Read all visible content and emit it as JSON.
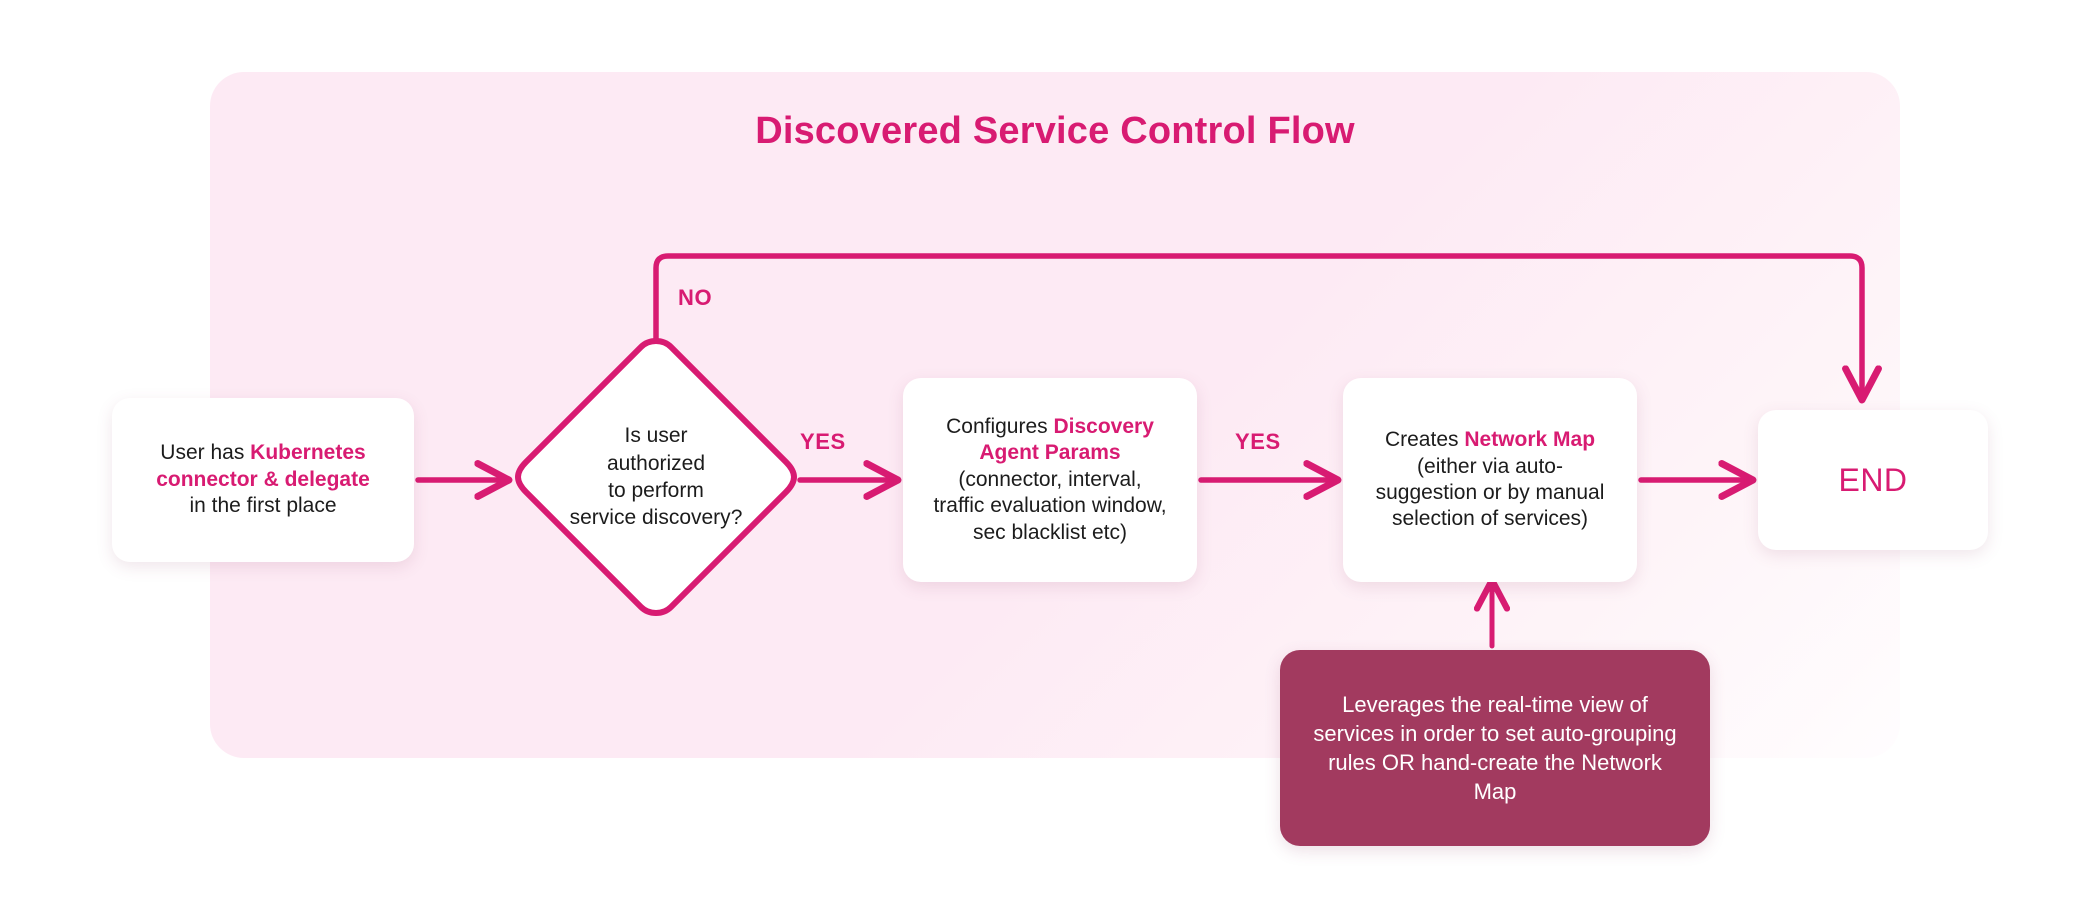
{
  "title": "Discovered Service Control Flow",
  "colors": {
    "accent": "#d81b72",
    "canvas_background": "#fdeaf4",
    "note_background": "#a23a5f",
    "node_background": "#ffffff",
    "text": "#1c1c1c",
    "page_background": "#ffffff"
  },
  "nodes": {
    "start": {
      "id": "start",
      "shape": "rounded-rectangle",
      "lines": [
        [
          {
            "t": "User has ",
            "hl": false
          },
          {
            "t": "Kubernetes",
            "hl": true
          }
        ],
        [
          {
            "t": "connector & delegate",
            "hl": true
          }
        ],
        [
          {
            "t": "in the first place",
            "hl": false
          }
        ]
      ]
    },
    "decision": {
      "id": "decision",
      "shape": "diamond",
      "lines": [
        [
          {
            "t": "Is user",
            "hl": false
          }
        ],
        [
          {
            "t": "authorized",
            "hl": true
          }
        ],
        [
          {
            "t": "to perform",
            "hl": false
          }
        ],
        [
          {
            "t": "service discovery",
            "hl": true
          },
          {
            "t": "?",
            "hl": false
          }
        ]
      ]
    },
    "params": {
      "id": "params",
      "shape": "rounded-rectangle",
      "lines": [
        [
          {
            "t": "Configures ",
            "hl": false
          },
          {
            "t": "Discovery",
            "hl": true
          }
        ],
        [
          {
            "t": "Agent Params",
            "hl": true
          }
        ],
        [
          {
            "t": "(connector, interval,",
            "hl": false
          }
        ],
        [
          {
            "t": "traffic evaluation window,",
            "hl": false
          }
        ],
        [
          {
            "t": "sec blacklist etc)",
            "hl": false
          }
        ]
      ]
    },
    "map": {
      "id": "map",
      "shape": "rounded-rectangle",
      "lines": [
        [
          {
            "t": "Creates ",
            "hl": false
          },
          {
            "t": "Network Map",
            "hl": true
          }
        ],
        [
          {
            "t": "(either via auto-",
            "hl": false
          }
        ],
        [
          {
            "t": "suggestion or by manual",
            "hl": false
          }
        ],
        [
          {
            "t": "selection of services)",
            "hl": false
          }
        ]
      ]
    },
    "end": {
      "id": "end",
      "shape": "rounded-rectangle",
      "label": "END"
    },
    "note": {
      "id": "note",
      "shape": "rounded-rectangle-filled",
      "text": "Leverages the real-time view of services in order to set auto-grouping rules OR hand-create the Network Map"
    }
  },
  "edges": [
    {
      "from": "start",
      "to": "decision",
      "label": ""
    },
    {
      "from": "decision",
      "to": "params",
      "label": "YES"
    },
    {
      "from": "decision",
      "to": "end",
      "label": "NO"
    },
    {
      "from": "params",
      "to": "map",
      "label": "YES"
    },
    {
      "from": "map",
      "to": "end",
      "label": ""
    },
    {
      "from": "note",
      "to": "map",
      "label": ""
    }
  ],
  "edge_labels": {
    "no": "NO",
    "yes_1": "YES",
    "yes_2": "YES"
  }
}
